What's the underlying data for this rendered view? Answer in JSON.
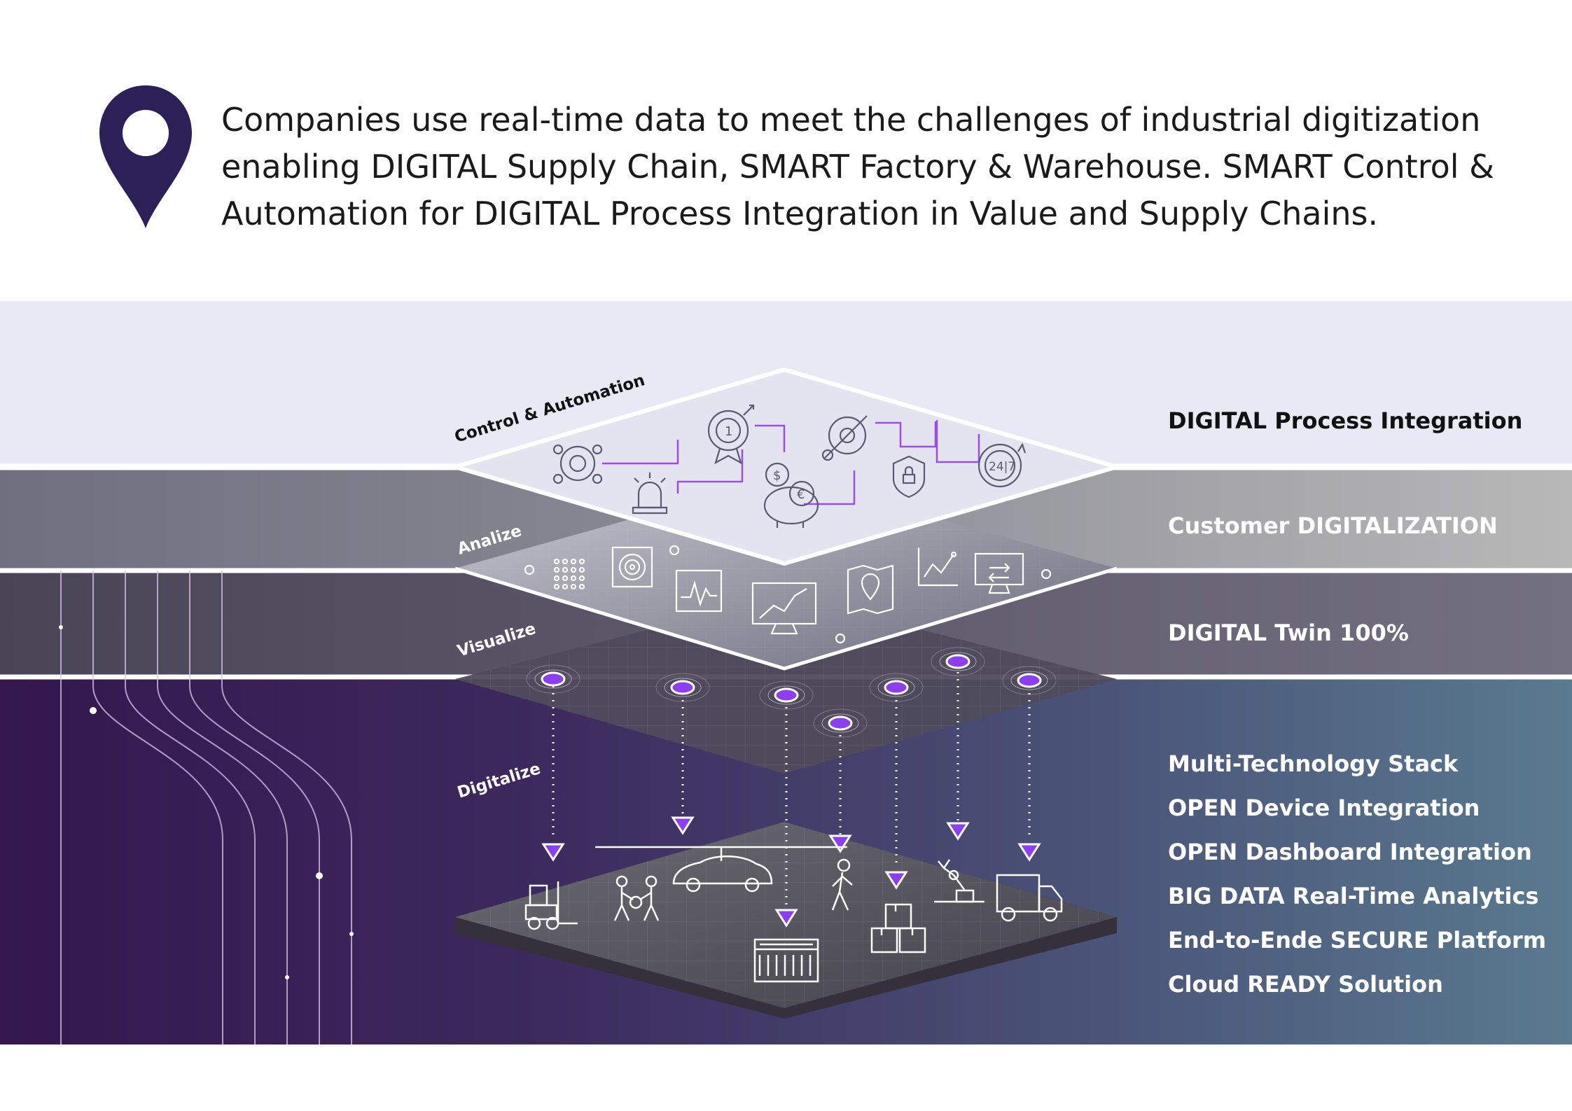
{
  "intro": {
    "lines": [
      "Companies use real-time data to meet the challenges of industrial digitization",
      "enabling DIGITAL Supply Chain, SMART Factory & Warehouse. SMART Control &",
      "Automation for DIGITAL Process Integration in Value and Supply Chains."
    ],
    "pin_icon": "location-pin-icon"
  },
  "layers": {
    "control": "Control & Automation",
    "analize": "Analize",
    "visualize": "Visualize",
    "digitalize": "Digitalize"
  },
  "bands": {
    "process": "DIGITAL Process Integration",
    "customer": "Customer DIGITALIZATION",
    "twin": "DIGITAL Twin 100%"
  },
  "features": [
    "Multi-Technology Stack",
    "OPEN Device Integration",
    "OPEN Dashboard Integration",
    "BIG DATA Real-Time Analytics",
    "End-to-Ende SECURE Platform",
    "Cloud READY Solution"
  ],
  "colors": {
    "pin": "#2d1f57",
    "accent": "#8b3ff0",
    "top_band": "#e9e9f5",
    "deep_purple": "#35184e",
    "steel_blue": "#5a7a90"
  },
  "icons": {
    "control": [
      "gear-cluster-icon",
      "alarm-light-icon",
      "award-medal-icon",
      "money-piggy-bank-icon",
      "wrench-gear-icon",
      "security-shield-icon",
      "clock-24-7-icon"
    ],
    "analize": [
      "dot-matrix-icon",
      "fingerprint-scan-icon",
      "waveform-monitor-icon",
      "line-chart-monitor-icon",
      "map-location-icon",
      "scatter-chart-icon",
      "data-transfer-monitor-icon"
    ],
    "floor": [
      "forklift-icon",
      "workers-icon",
      "car-assembly-icon",
      "machine-rack-icon",
      "walking-person-icon",
      "boxes-icon",
      "robot-arm-icon",
      "delivery-truck-icon"
    ]
  }
}
